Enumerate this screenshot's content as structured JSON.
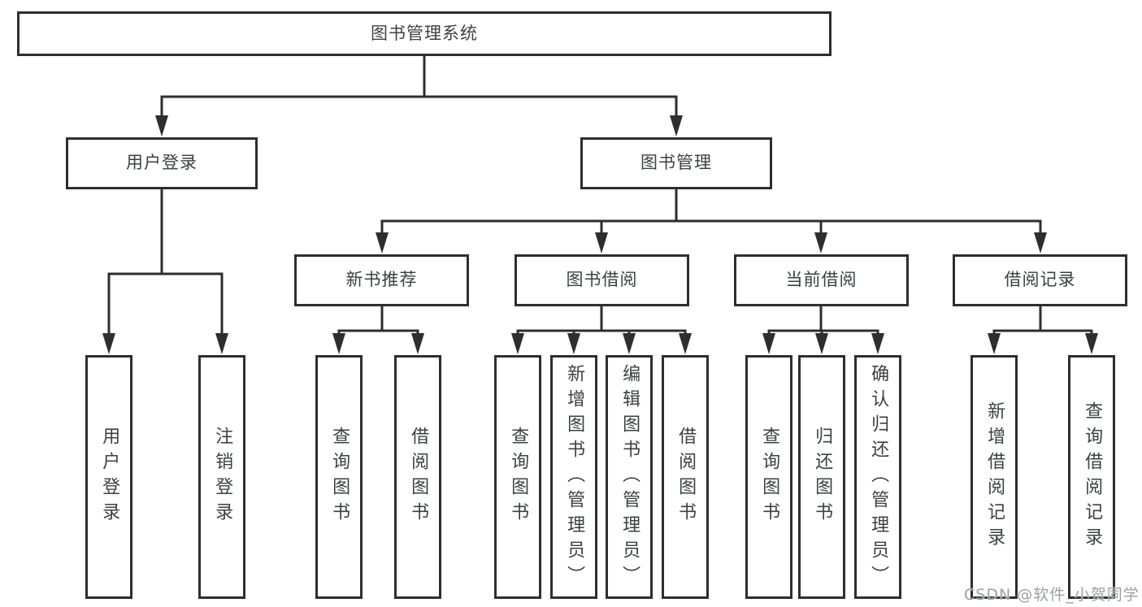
{
  "diagram_title": "图书管理系统",
  "tree": {
    "root": {
      "label": "图书管理系统",
      "children": [
        {
          "label": "用户登录",
          "children": [
            {
              "label": "用户登录"
            },
            {
              "label": "注销登录"
            }
          ]
        },
        {
          "label": "图书管理",
          "children": [
            {
              "label": "新书推荐",
              "children": [
                {
                  "label": "查询图书"
                },
                {
                  "label": "借阅图书"
                }
              ]
            },
            {
              "label": "图书借阅",
              "children": [
                {
                  "label": "查询图书"
                },
                {
                  "label": "新增图书（管理员）"
                },
                {
                  "label": "编辑图书（管理员）"
                },
                {
                  "label": "借阅图书"
                }
              ]
            },
            {
              "label": "当前借阅",
              "children": [
                {
                  "label": "查询图书"
                },
                {
                  "label": "归还图书"
                },
                {
                  "label": "确认归还（管理员）"
                }
              ]
            },
            {
              "label": "借阅记录",
              "children": [
                {
                  "label": "新增借阅记录"
                },
                {
                  "label": "查询借阅记录"
                }
              ]
            }
          ]
        }
      ]
    }
  },
  "watermark": "CSDN @软件_小贺同学",
  "colors": {
    "background": "#ffffff",
    "box_fill": "#ffffff",
    "box_border": "#2e2e2e",
    "line": "#2e2e2e",
    "text": "#3d4043",
    "watermark": "#9ba0a4"
  }
}
